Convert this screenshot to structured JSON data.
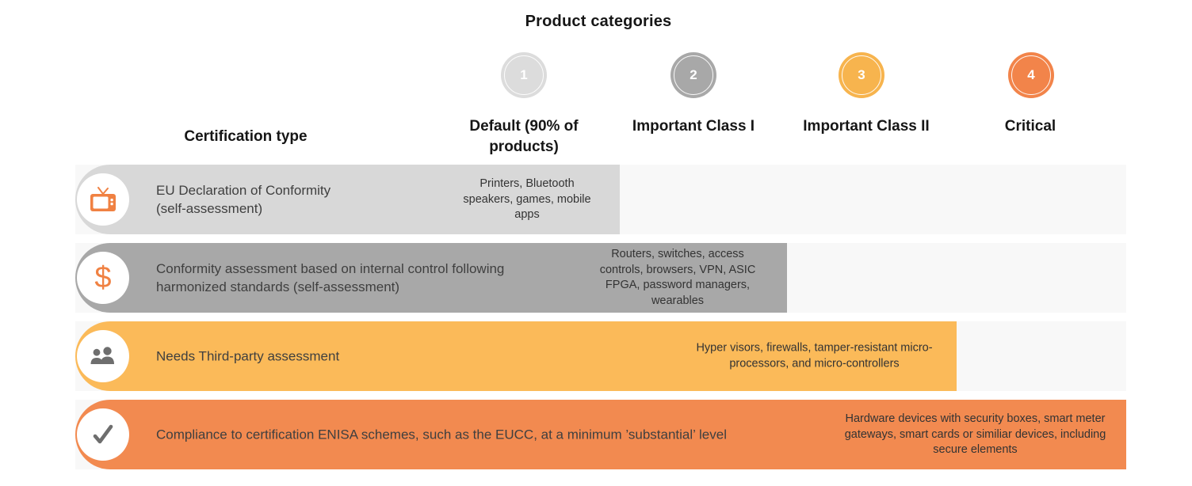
{
  "title": "Product categories",
  "table": {
    "cert_type_header": "Certification type",
    "columns": [
      {
        "number": "1",
        "label": "Default (90% of products)"
      },
      {
        "number": "2",
        "label": "Important Class I"
      },
      {
        "number": "3",
        "label": "Important Class II"
      },
      {
        "number": "4",
        "label": "Critical"
      }
    ],
    "rows": [
      {
        "icon": "tv-icon",
        "certification": "EU Declaration of Conformity (self-assessment)",
        "products": "Printers, Bluetooth speakers, games, mobile apps"
      },
      {
        "icon": "dollar-icon",
        "certification": "Conformity assessment based on internal control following harmonized standards (self-assessment)",
        "products": "Routers, switches, access controls, browsers, VPN, ASIC FPGA, password managers, wearables"
      },
      {
        "icon": "people-icon",
        "certification": "Needs Third-party assessment",
        "products": "Hyper visors, firewalls, tamper-resistant micro-processors, and micro-controllers"
      },
      {
        "icon": "check-icon",
        "certification": "Compliance to certification ENISA schemes, such as the EUCC, at a minimum ’substantial’ level",
        "products": "Hardware devices with security boxes, smart meter gateways, smart cards or similiar devices, including secure elements"
      }
    ]
  },
  "colors": {
    "circle1": "#dcdcdc",
    "circle2": "#a8a8a8",
    "circle3": "#f7b44e",
    "circle4": "#f2844a",
    "row1": "#d8d8d8",
    "row2": "#a8a8a8",
    "row3": "#fbba59",
    "row4": "#f28a50",
    "row_track": "#f8f8f8",
    "icon_orange": "#f08142",
    "icon_gray": "#6e6e6e",
    "dollar_sign": "$"
  }
}
